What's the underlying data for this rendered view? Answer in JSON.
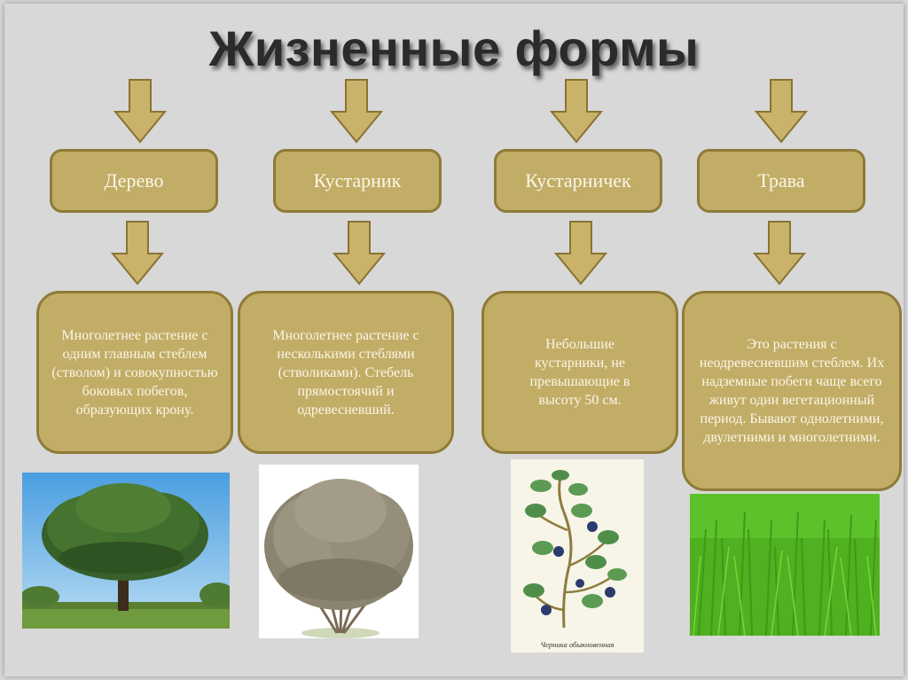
{
  "title": "Жизненные формы",
  "forms": [
    {
      "label": "Дерево",
      "description": "Многолетнее растение с одним главным стеблем (стволом) и совокупностью боковых побегов, образующих крону.",
      "image": "tree-photo"
    },
    {
      "label": "Кустарник",
      "description": "Многолетнее растение с несколькими стеблями (стволиками). Стебель прямостоячий и одревесневший.",
      "image": "shrub-drawing"
    },
    {
      "label": "Кустарничек",
      "description": "Небольшие кустарники, не превышающие в высоту 50 см.",
      "image": "blueberry-drawing",
      "image_caption": "Черника обыкновенная"
    },
    {
      "label": "Трава",
      "description": "Это растения с неодревесневшим стеблем. Их надземные побеги чаще всего живут один вегетационный период. Бывают однолетними, двулетними и многолетними.",
      "image": "grass-photo"
    }
  ],
  "colors": {
    "box_fill": "#c2ad67",
    "box_border": "#8f7b38",
    "arrow_fill": "#c9b26a",
    "arrow_stroke": "#8a7332",
    "text": "#fbf6e6"
  }
}
